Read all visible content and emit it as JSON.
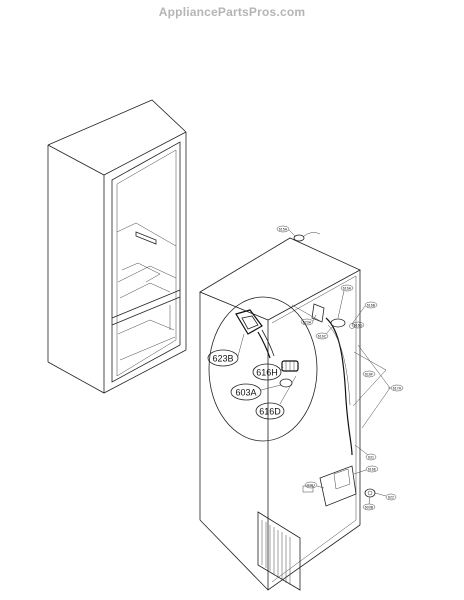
{
  "watermark": {
    "text": "AppliancePartsPros.com",
    "color": "#b5b5b5"
  },
  "callouts": {
    "c623B": "623B",
    "c616H": "616H",
    "c603A": "603A",
    "c616D": "616D"
  },
  "small_callouts": {
    "s_top": "615A",
    "s_upper1": "616A",
    "s_upper2": "616B",
    "s_upper3": "623A",
    "s_upper4": "616G",
    "s_upper5": "616C",
    "s_right1": "616F",
    "s_right2": "617A",
    "s_mid": "631",
    "s_low1": "616E",
    "s_low2": "616J",
    "s_low3": "622",
    "s_low4": "603B"
  }
}
